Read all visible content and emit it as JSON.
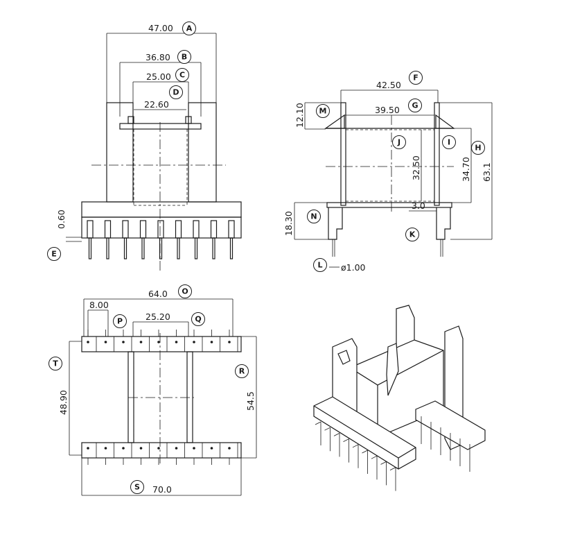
{
  "dimensions": {
    "A": "47.00",
    "B": "36.80",
    "C": "25.00",
    "D": "22.60",
    "E": "0.60",
    "F": "42.50",
    "G": "39.50",
    "M": "12.10",
    "J": "32.50",
    "I": "34.70",
    "H": "63.1",
    "N": "18.30",
    "K": "3.0",
    "L": "ø1.00",
    "O": "64.0",
    "P": "8.00",
    "Q": "25.20",
    "T": "48.90",
    "R": "54.5",
    "S": "70.0"
  },
  "callouts": [
    "A",
    "B",
    "C",
    "D",
    "E",
    "F",
    "G",
    "H",
    "I",
    "J",
    "K",
    "L",
    "M",
    "N",
    "O",
    "P",
    "Q",
    "R",
    "S",
    "T"
  ]
}
